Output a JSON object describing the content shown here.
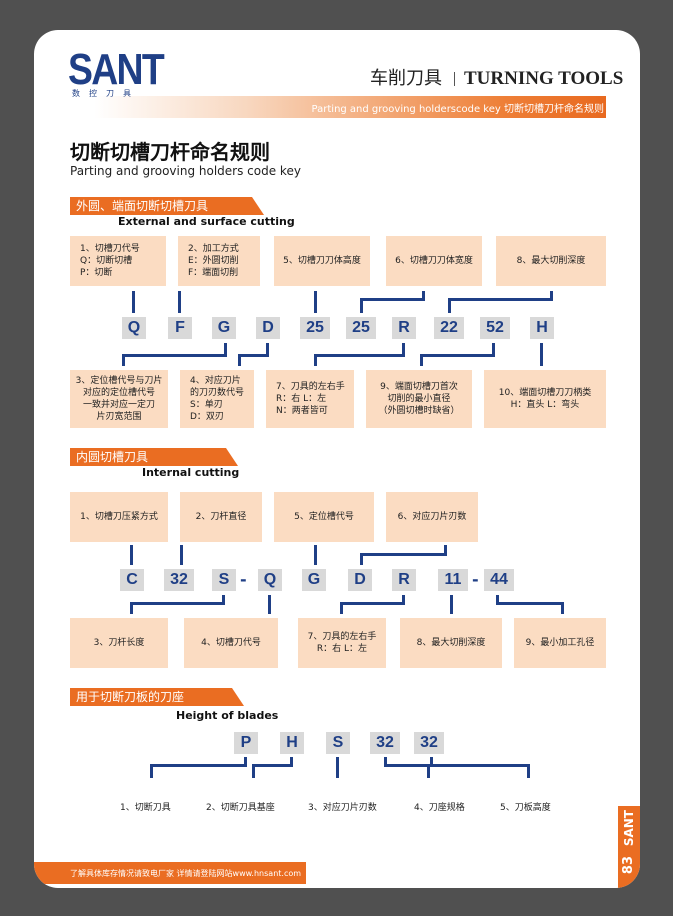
{
  "header": {
    "logo": "SANT",
    "logo_sub": "数控刀具",
    "title_cn": "车削刀具",
    "title_en": "TURNING TOOLS",
    "banner": "Parting and grooving holderscode key  切断切槽刀杆命名规则"
  },
  "page_title": {
    "cn": "切断切槽刀杆命名规则",
    "en": "Parting and grooving holders code key"
  },
  "section1": {
    "tab": "外圆、端面切断切槽刀具",
    "en": "External and surface cutting",
    "top_boxes": [
      "1、切槽刀代号\n Q：切断切槽\n P：切断",
      "2、加工方式\n E：外圆切削\n F：端面切削",
      "5、切槽刀刀体高度",
      "6、切槽刀刀体宽度",
      "8、最大切削深度"
    ],
    "codes": [
      "Q",
      "F",
      "G",
      "D",
      "25",
      "25",
      "R",
      "22",
      "52",
      "H"
    ],
    "bottom_boxes": [
      "3、定位槽代号与刀片\n对应的定位槽代号\n一致并对应一定刀\n片刃宽范围",
      "4、对应刀片\n的刀刃数代号\nS：单刃\nD：双刃",
      "7、刀具的左右手\nR：右  L：左\nN：两者皆可",
      "9、端面切槽刀首次\n切削的最小直径\n（外圆切槽时缺省）",
      "10、端面切槽刀刀柄类\nH：直头  L：弯头"
    ]
  },
  "section2": {
    "tab": "内圆切槽刀具",
    "en": "Internal cutting",
    "top_boxes": [
      "1、切槽刀压紧方式",
      "2、刀杆直径",
      "5、定位槽代号",
      "6、对应刀片刃数"
    ],
    "codes": [
      "C",
      "32",
      "S",
      "-",
      "Q",
      "G",
      "D",
      "R",
      "11",
      "-",
      "44"
    ],
    "bottom_boxes": [
      "3、刀杆长度",
      "4、切槽刀代号",
      "7、刀具的左右手\nR：右  L：左",
      "8、最大切削深度",
      "9、最小加工孔径"
    ]
  },
  "section3": {
    "tab": "用于切断刀板的刀座",
    "en": "Height of blades",
    "codes": [
      "P",
      "H",
      "S",
      "32",
      "32"
    ],
    "labels": [
      "1、切断刀具",
      "2、切断刀具基座",
      "3、对应刀片刃数",
      "4、刀座规格",
      "5、刀板高度"
    ]
  },
  "footer": {
    "text": "了解具体库存情况请致电厂家  详情请登陆网站www.hnsant.com",
    "side_brand": "SANT",
    "page_number": "83"
  },
  "colors": {
    "accent": "#ea6d22",
    "navy": "#1f3f86",
    "box": "#fbdcc2",
    "code_bg": "#d9d9d9"
  }
}
